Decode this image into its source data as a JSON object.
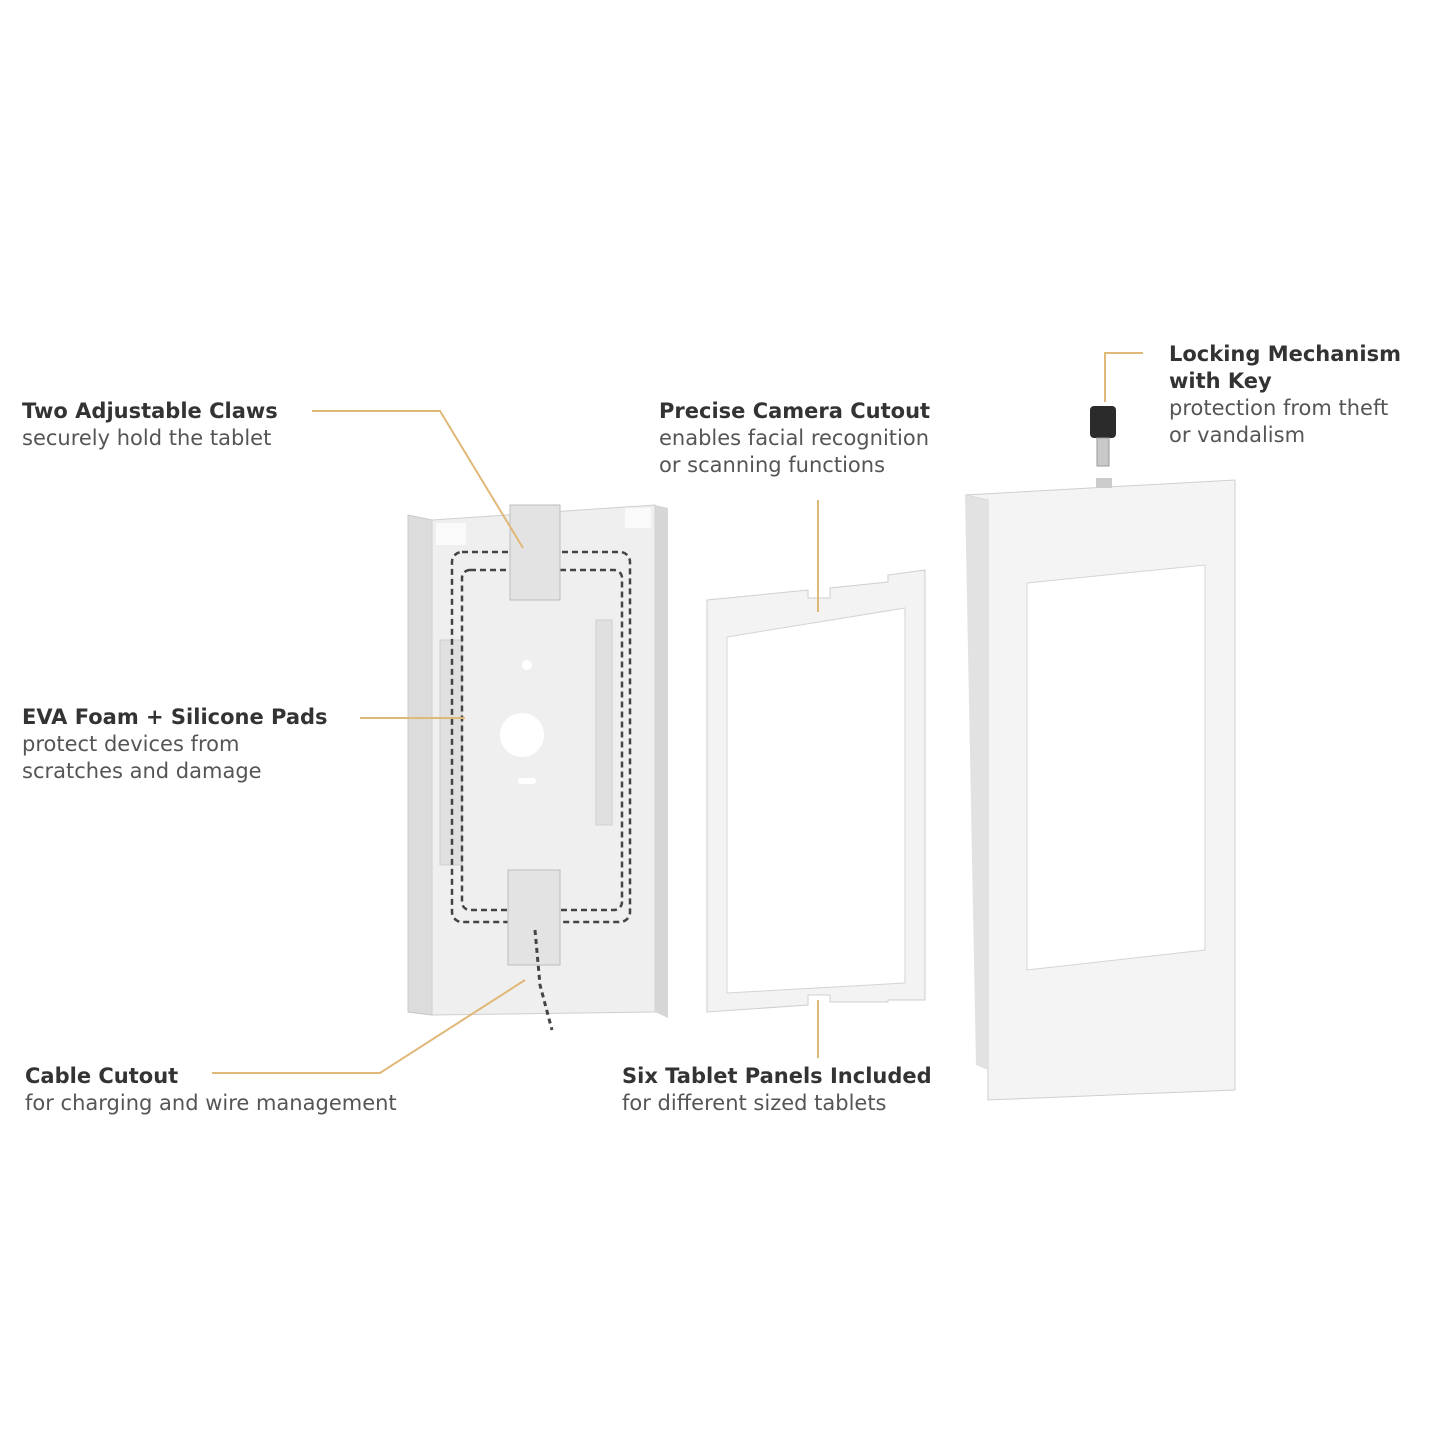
{
  "colors": {
    "leader_line": "#e0b878",
    "title_text": "#333333",
    "subtitle_text": "#555555",
    "part_fill": "#f1f1f1",
    "part_edge": "#cfcfcf",
    "key": "#2b2b2b"
  },
  "callouts": [
    {
      "id": "claws",
      "title": "Two Adjustable Claws",
      "lines": [
        "securely hold the tablet"
      ]
    },
    {
      "id": "foam",
      "title": "EVA Foam + Silicone Pads",
      "lines": [
        "protect devices from",
        "scratches and damage"
      ]
    },
    {
      "id": "cable",
      "title": "Cable Cutout",
      "lines": [
        "for charging and wire management"
      ]
    },
    {
      "id": "camera",
      "title": "Precise Camera Cutout",
      "lines": [
        "enables facial recognition",
        "or scanning functions"
      ]
    },
    {
      "id": "panels",
      "title": "Six Tablet Panels Included",
      "lines": [
        "for different sized tablets"
      ]
    },
    {
      "id": "lock",
      "title_lines": [
        "Locking Mechanism",
        "with Key"
      ],
      "lines": [
        "protection from theft",
        "or vandalism"
      ]
    }
  ]
}
